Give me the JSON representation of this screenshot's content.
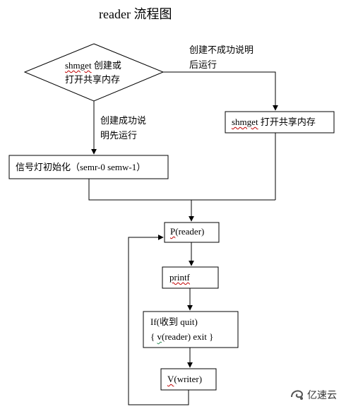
{
  "title": "reader 流程图",
  "nodes": {
    "decision": {
      "cmd": "shmget",
      "line1_rest": " 创建或",
      "line2": "打开共享内存"
    },
    "open_shm": {
      "cmd": "shmget",
      "rest": " 打开共享内存"
    },
    "sem_init": {
      "text": "信号灯初始化（semr-0 semw-1）"
    },
    "p_reader": {
      "cmd": "P",
      "rest": "(reader)"
    },
    "printf": {
      "text": "printf"
    },
    "if_box": {
      "line1": "If(收到 quit)",
      "line2_open": "{ ",
      "line2_cmd": "v",
      "line2_rest": "(reader) exit }"
    },
    "v_writer": {
      "cmd": "V",
      "rest": "(writer)"
    }
  },
  "edges": {
    "fail": {
      "line1": "创建不成功说明",
      "line2": "后运行"
    },
    "success": {
      "line1": "创建成功说",
      "line2": "明先运行"
    }
  },
  "watermark": {
    "text": "亿速云",
    "icon": "yisu-logo-icon"
  }
}
